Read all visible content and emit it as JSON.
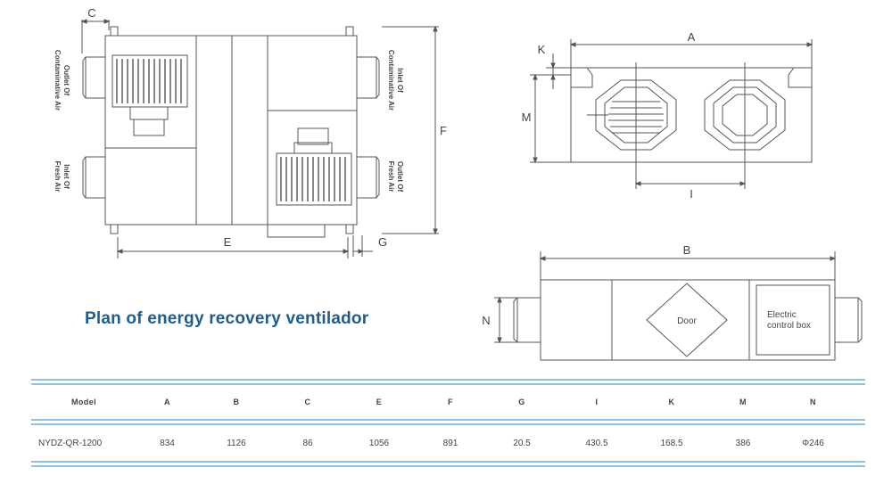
{
  "title": "Plan of energy recovery ventilador",
  "dimension_labels": {
    "A": "A",
    "B": "B",
    "C": "C",
    "E": "E",
    "F": "F",
    "G": "G",
    "I": "I",
    "K": "K",
    "M": "M",
    "N": "N"
  },
  "port_labels": {
    "outlet_contaminative": [
      "Outlet Of",
      "Contaminative Air"
    ],
    "inlet_fresh": [
      "Inlet Of",
      "Fresh Air"
    ],
    "inlet_contaminative": [
      "Inlet Of",
      "Contaminative Air"
    ],
    "outlet_fresh": [
      "Outlet Of",
      "Fresh Air"
    ]
  },
  "side_view_labels": {
    "door": "Door",
    "electric_box": [
      "Electric",
      "control box"
    ]
  },
  "table": {
    "headers": [
      "Model",
      "A",
      "B",
      "C",
      "E",
      "F",
      "G",
      "I",
      "K",
      "M",
      "N"
    ],
    "rows": [
      [
        "NYDZ-QR-1200",
        "834",
        "1126",
        "86",
        "1056",
        "891",
        "20.5",
        "430.5",
        "168.5",
        "386",
        "Φ246"
      ]
    ]
  }
}
